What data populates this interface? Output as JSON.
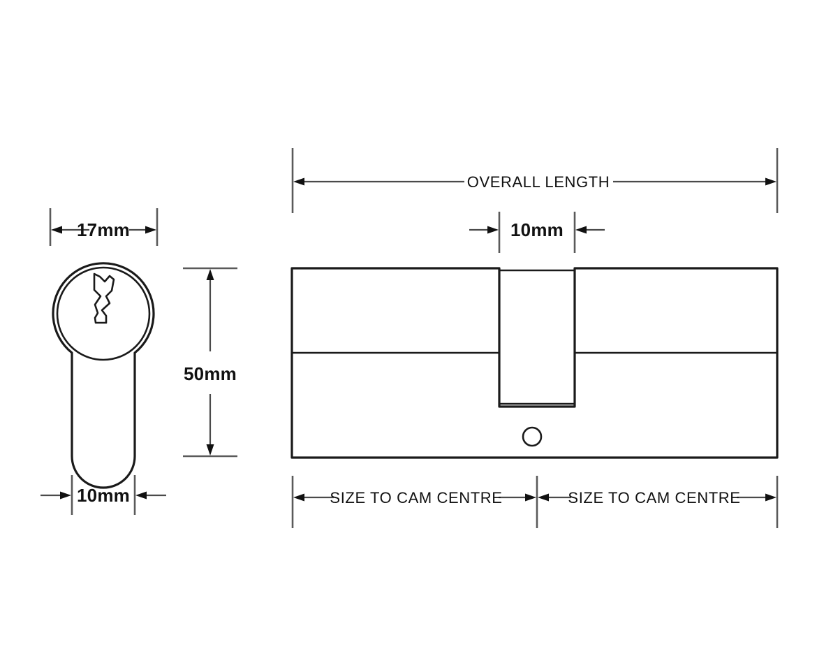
{
  "drawing": {
    "title": "Euro Profile Cylinder Dimension Drawing",
    "background_color": "#ffffff",
    "line_color": "#1a1a1a",
    "dimension_line_color": "#4a4a4a"
  },
  "front_view": {
    "name": "cylinder-profile-cross-section",
    "dimensions": {
      "width_label": "17mm",
      "height_label": "50mm",
      "body_width_label": "10mm"
    }
  },
  "side_view": {
    "name": "cylinder-side-elevation",
    "dimensions": {
      "overall_label": "OVERALL LENGTH",
      "cam_width_label": "10mm",
      "left_size_label": "SIZE TO CAM CENTRE",
      "right_size_label": "SIZE TO CAM CENTRE"
    }
  },
  "labels": {
    "width_17mm": "17mm",
    "height_50mm": "50mm",
    "bottom_10mm": "10mm",
    "cam_10mm": "10mm",
    "overall_length": "OVERALL LENGTH",
    "size_to_cam_left": "SIZE TO CAM CENTRE",
    "size_to_cam_right": "SIZE TO CAM CENTRE"
  }
}
